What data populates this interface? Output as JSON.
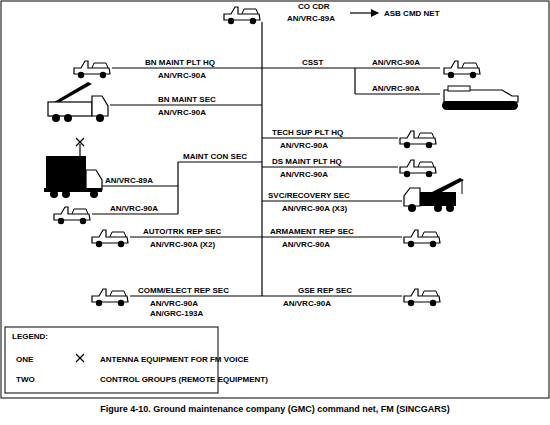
{
  "diagram": {
    "caption": "Figure 4-10. Ground maintenance company (GMC) command net, FM (SINCGARS)",
    "labels": [
      "CO CDR",
      "AN/VRC-89A",
      "ASB CMD NET",
      "BN MAINT PLT HQ",
      "AN/VRC-90A",
      "CSST",
      "AN/VRC-90A",
      "AN/VRC-90A",
      "BN MAINT SEC",
      "AN/VRC-90A",
      "TECH SUP PLT HQ",
      "AN/VRC-90A",
      "MAINT CON SEC",
      "AN/VRC-89A",
      "DS MAINT PLT HQ",
      "AN/VRC-90A",
      "AN/VRC-90A",
      "SVC/RECOVERY SEC",
      "AN/VRC-90A (X3)",
      "AUTO/TRK REP SEC",
      "AN/VRC-90A (X2)",
      "ARMAMENT REP SEC",
      "AN/VRC-90A",
      "COMM/ELECT REP SEC",
      "AN/VRC-90A",
      "AN/GRC-193A",
      "GSE REP SEC",
      "AN/VRC-90A",
      "LEGEND:",
      "ONE",
      "TWO"
    ],
    "legend": [
      {
        "text": "ANTENNA EQUIPMENT FOR FM VOICE"
      },
      {
        "text": "CONTROL GROUPS (REMOTE EQUIPMENT)"
      }
    ]
  }
}
